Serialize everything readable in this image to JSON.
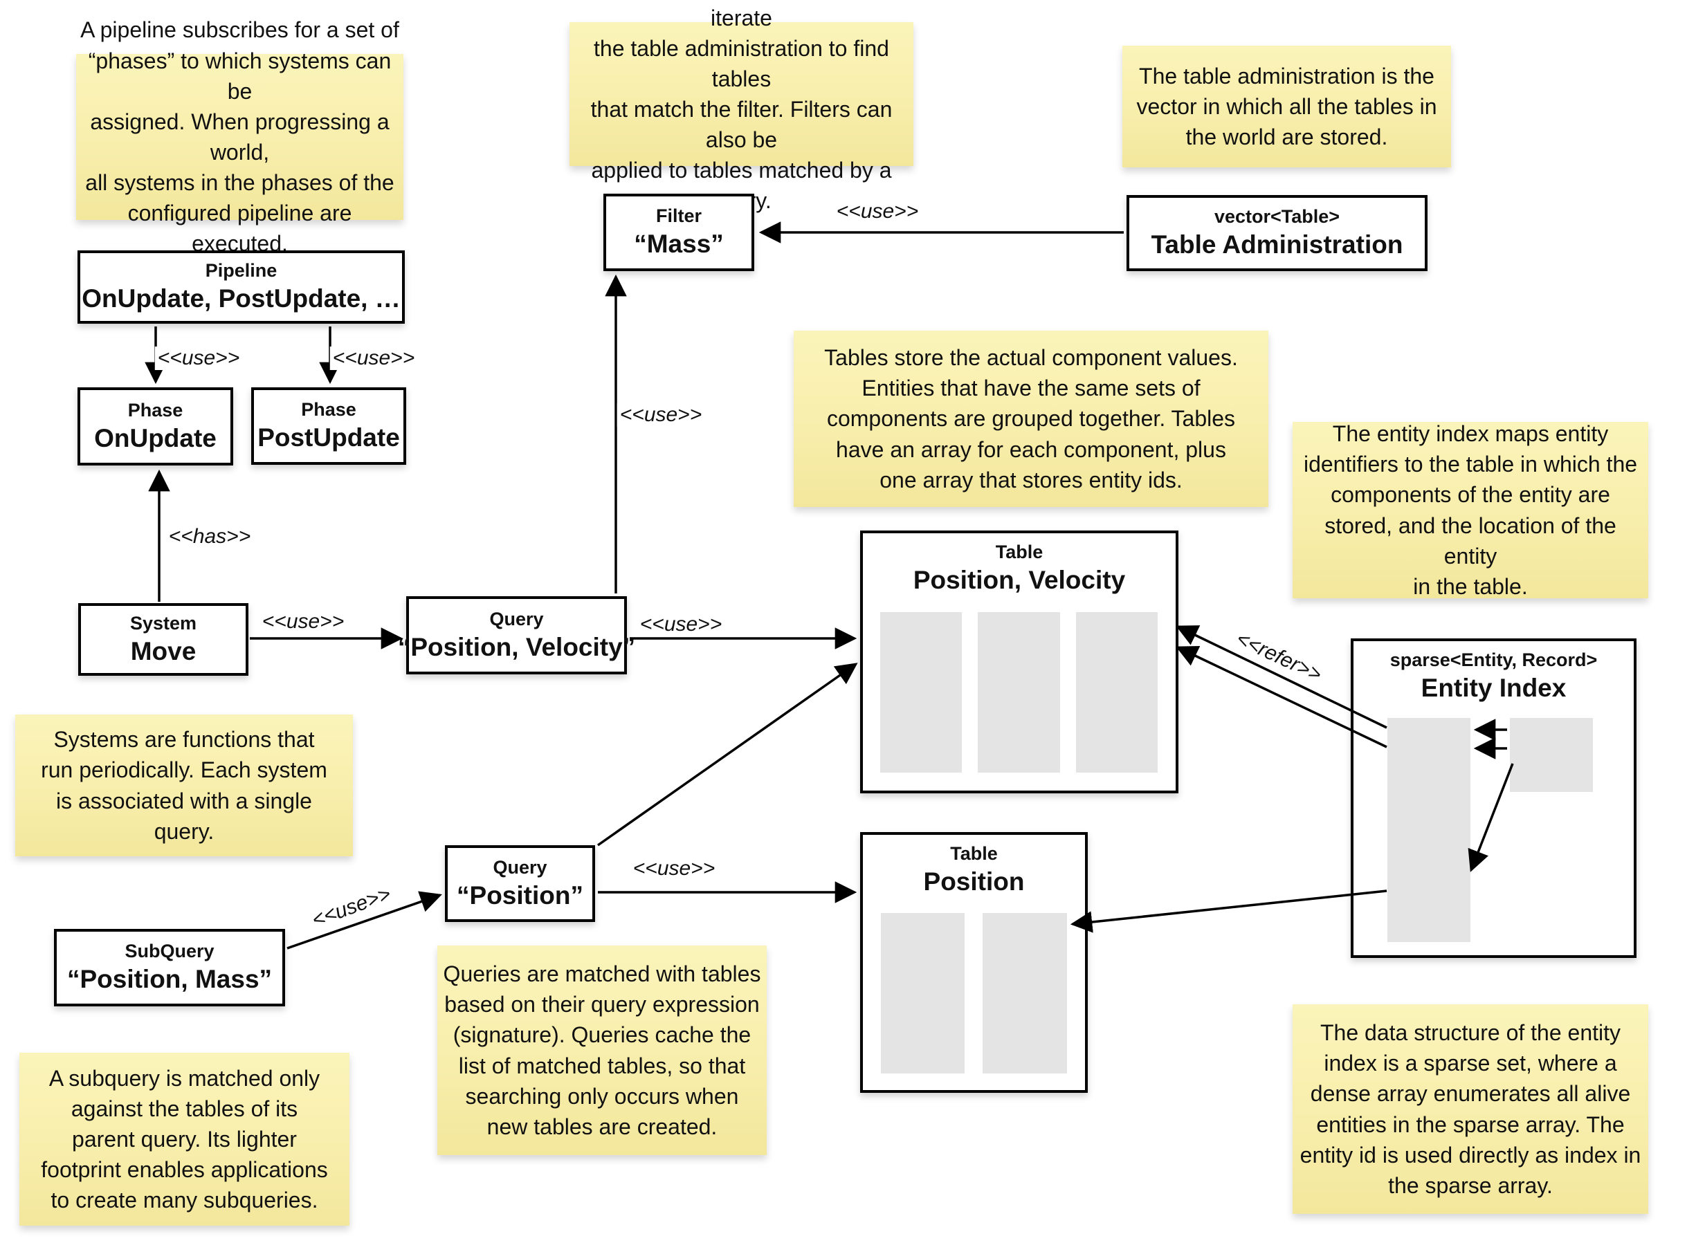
{
  "colors": {
    "note_background_top": "#fbf4ba",
    "note_background_bottom": "#f3e79c",
    "box_border": "#000000",
    "box_background": "#ffffff",
    "array_fill": "#e4e4e4",
    "edge_line": "#000000"
  },
  "labels": {
    "use": "<<use>>",
    "has": "<<has>>",
    "refer": "<<refer>>"
  },
  "notes": [
    {
      "id": "pipeline",
      "text": "A pipeline subscribes for a set of\n“phases” to which systems can be\nassigned. When progressing a world,\nall systems in the phases of the\nconfigured pipeline are executed."
    },
    {
      "id": "filters",
      "text": "Filters are stateless objects that iterate\nthe table administration to find tables\nthat match the filter. Filters can also be\napplied to tables matched by a query."
    },
    {
      "id": "table-administration",
      "text": "The table administration is the\nvector in which all the tables in\nthe world are stored."
    },
    {
      "id": "tables",
      "text": "Tables store the actual component values.\nEntities that have the same sets of\ncomponents are grouped together. Tables\nhave an array for each component, plus\none array that stores entity ids."
    },
    {
      "id": "entity-index",
      "text": "The entity index maps entity\nidentifiers to the table in which the\ncomponents of the entity are\nstored, and the location of the entity\nin the table."
    },
    {
      "id": "systems",
      "text": "Systems are functions that\nrun periodically. Each system\nis associated with a single\nquery."
    },
    {
      "id": "queries",
      "text": "Queries are matched with tables\nbased on their query expression\n(signature). Queries cache the\nlist of matched tables, so that\nsearching only occurs when\nnew tables are created."
    },
    {
      "id": "subquery",
      "text": "A subquery is matched only\nagainst the tables of its\nparent query. Its lighter\nfootprint enables applications\nto create many subqueries."
    },
    {
      "id": "sparse-set",
      "text": "The data structure of the entity\nindex is a sparse set, where a\ndense array enumerates all alive\nentities in the sparse array. The\nentity id is used directly as index in\nthe sparse array."
    }
  ],
  "boxes": [
    {
      "stereotype": "Pipeline",
      "name": "OnUpdate, PostUpdate, …"
    },
    {
      "stereotype": "Phase",
      "name": "OnUpdate"
    },
    {
      "stereotype": "Phase",
      "name": "PostUpdate"
    },
    {
      "stereotype": "Filter",
      "name": "“Mass”"
    },
    {
      "stereotype": "vector<Table>",
      "name": "Table Administration"
    },
    {
      "stereotype": "System",
      "name": "Move"
    },
    {
      "stereotype": "Query",
      "name": "“Position, Velocity”"
    },
    {
      "stereotype": "Table",
      "name": "Position, Velocity"
    },
    {
      "stereotype": "SubQuery",
      "name": "“Position, Mass”"
    },
    {
      "stereotype": "Query",
      "name": "“Position”"
    },
    {
      "stereotype": "Table",
      "name": "Position"
    },
    {
      "stereotype": "sparse<Entity, Record>",
      "name": "Entity Index"
    }
  ]
}
